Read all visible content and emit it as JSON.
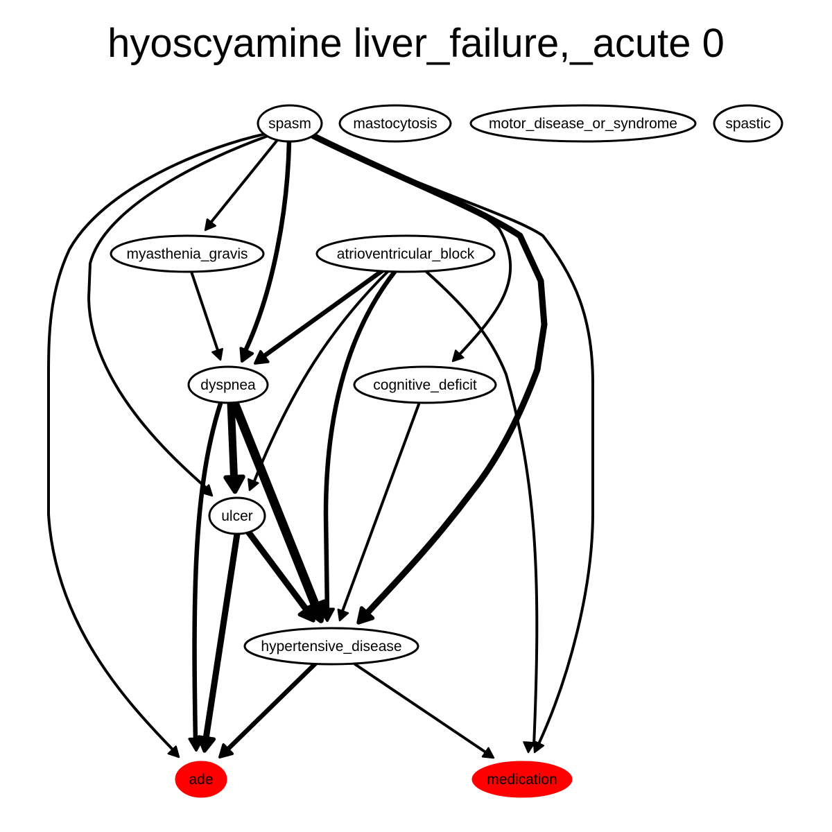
{
  "title": "hyoscyamine liver_failure,_acute 0",
  "colors": {
    "edge": "#000000",
    "node_fill": "#ffffff",
    "node_stroke": "#000000",
    "highlight_fill": "#ff0000",
    "text": "#000000"
  },
  "nodes": [
    {
      "id": "spasm",
      "label": "spasm",
      "highlight": false
    },
    {
      "id": "mastocytosis",
      "label": "mastocytosis",
      "highlight": false
    },
    {
      "id": "motor_disease_or_syndrome",
      "label": "motor_disease_or_syndrome",
      "highlight": false
    },
    {
      "id": "spastic",
      "label": "spastic",
      "highlight": false
    },
    {
      "id": "myasthenia_gravis",
      "label": "myasthenia_gravis",
      "highlight": false
    },
    {
      "id": "atrioventricular_block",
      "label": "atrioventricular_block",
      "highlight": false
    },
    {
      "id": "dyspnea",
      "label": "dyspnea",
      "highlight": false
    },
    {
      "id": "cognitive_deficit",
      "label": "cognitive_deficit",
      "highlight": false
    },
    {
      "id": "ulcer",
      "label": "ulcer",
      "highlight": false
    },
    {
      "id": "hypertensive_disease",
      "label": "hypertensive_disease",
      "highlight": false
    },
    {
      "id": "ade",
      "label": "ade",
      "highlight": true
    },
    {
      "id": "medication",
      "label": "medication",
      "highlight": true
    }
  ],
  "edges": [
    {
      "from": "spasm",
      "to": "myasthenia_gravis",
      "weight": 1
    },
    {
      "from": "spasm",
      "to": "dyspnea",
      "weight": 2
    },
    {
      "from": "spasm",
      "to": "ulcer",
      "weight": 1
    },
    {
      "from": "spasm",
      "to": "cognitive_deficit",
      "weight": 1
    },
    {
      "from": "spasm",
      "to": "hypertensive_disease",
      "weight": 3
    },
    {
      "from": "spasm",
      "to": "ade",
      "weight": 1
    },
    {
      "from": "spasm",
      "to": "medication",
      "weight": 1
    },
    {
      "from": "myasthenia_gravis",
      "to": "dyspnea",
      "weight": 1
    },
    {
      "from": "atrioventricular_block",
      "to": "dyspnea",
      "weight": 2
    },
    {
      "from": "atrioventricular_block",
      "to": "ulcer",
      "weight": 1
    },
    {
      "from": "atrioventricular_block",
      "to": "hypertensive_disease",
      "weight": 2
    },
    {
      "from": "atrioventricular_block",
      "to": "medication",
      "weight": 1
    },
    {
      "from": "dyspnea",
      "to": "ulcer",
      "weight": 4
    },
    {
      "from": "dyspnea",
      "to": "hypertensive_disease",
      "weight": 5
    },
    {
      "from": "dyspnea",
      "to": "ade",
      "weight": 2
    },
    {
      "from": "cognitive_deficit",
      "to": "hypertensive_disease",
      "weight": 1
    },
    {
      "from": "ulcer",
      "to": "hypertensive_disease",
      "weight": 3
    },
    {
      "from": "ulcer",
      "to": "ade",
      "weight": 3
    },
    {
      "from": "hypertensive_disease",
      "to": "ade",
      "weight": 2
    },
    {
      "from": "hypertensive_disease",
      "to": "medication",
      "weight": 1
    }
  ]
}
